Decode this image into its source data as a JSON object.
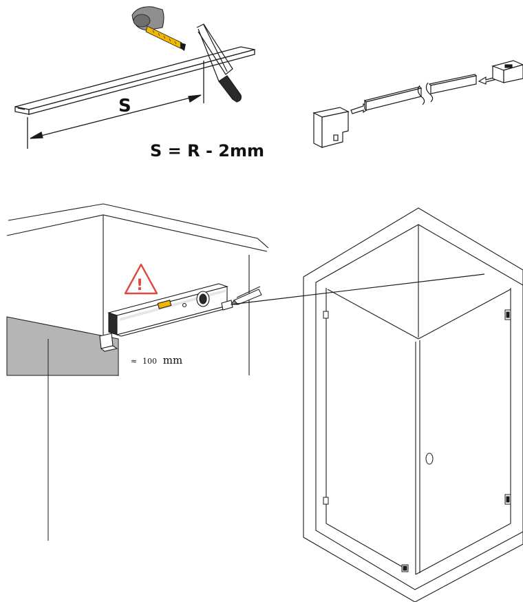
{
  "step1": {
    "cut_length_label": "S",
    "formula": "S = R - 2mm"
  },
  "step3": {
    "distance_prefix": "≈",
    "distance_value": "100",
    "distance_unit": "mm",
    "warning_mark": "!"
  },
  "colors": {
    "line": "#1a1a1a",
    "panel_gray": "#b5b5b5",
    "warning_red": "#e0483c",
    "tool_yellow": "#f2b800",
    "tool_gray": "#8f8f8f"
  },
  "icons": [
    "tape-measure-icon",
    "hacksaw-icon",
    "pencil-icon",
    "spirit-level-icon",
    "warning-icon"
  ]
}
